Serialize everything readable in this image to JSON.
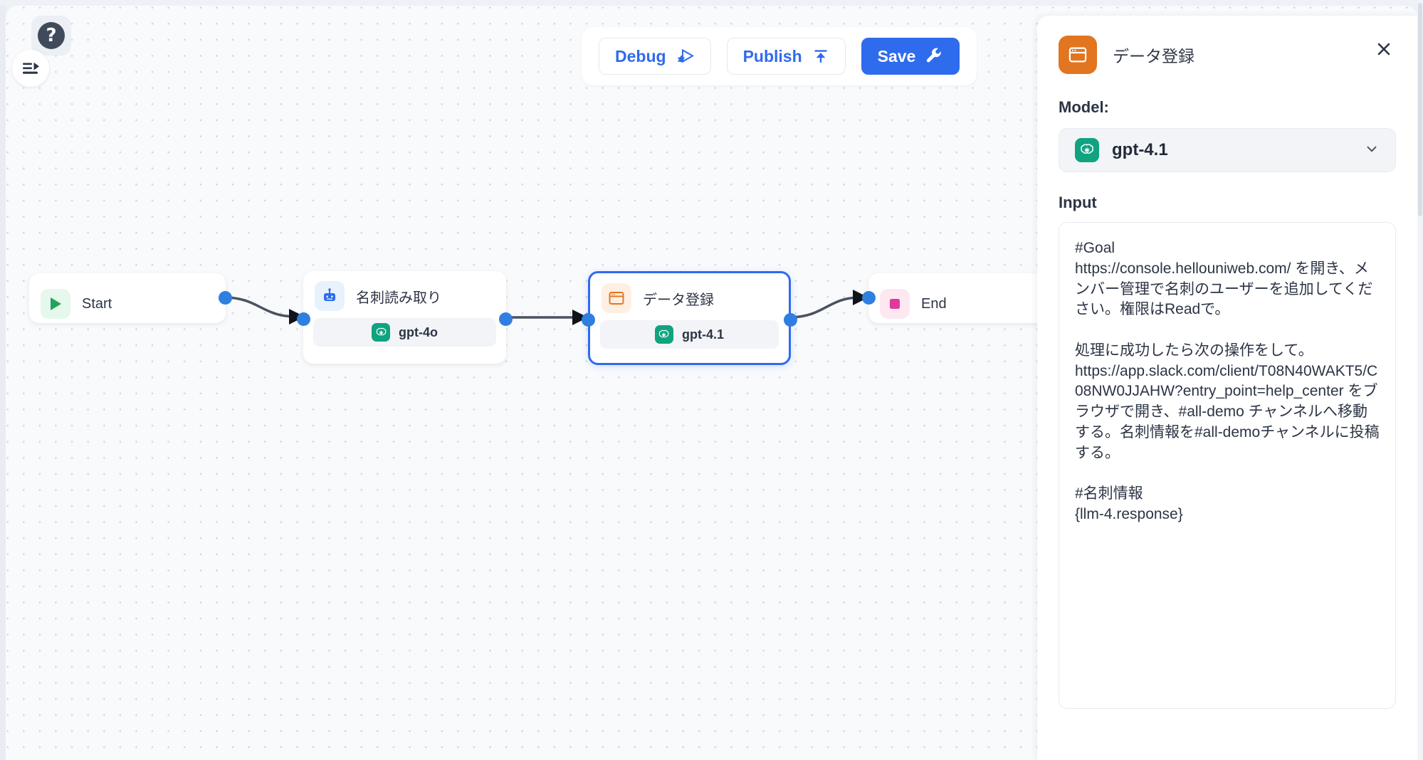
{
  "toolbar": {
    "debug_label": "Debug",
    "publish_label": "Publish",
    "save_label": "Save"
  },
  "canvas": {
    "help_glyph": "?",
    "nodes": [
      {
        "id": "start",
        "title": "Start",
        "icon": "play-icon",
        "icon_bg": "#e6f7ec",
        "icon_color": "#22a35b",
        "model": null
      },
      {
        "id": "llm-4",
        "title": "名刺読み取り",
        "icon": "robot-icon",
        "icon_bg": "#e8f2fd",
        "icon_color": "#2f6bed",
        "model": "gpt-4o"
      },
      {
        "id": "browser-use",
        "title": "データ登録",
        "icon": "browser-window-icon",
        "icon_bg": "#fdf0e2",
        "icon_color": "#e2751f",
        "model": "gpt-4.1",
        "selected": true
      },
      {
        "id": "end",
        "title": "End",
        "icon": "stop-square-icon",
        "icon_bg": "#fde8f1",
        "icon_color": "#e0399a",
        "model": null
      }
    ]
  },
  "panel": {
    "title": "データ登録",
    "icon": "browser-window-icon",
    "accent_color": "#e2751f",
    "close_glyph": "✕",
    "model_label": "Model:",
    "model_value": "gpt-4.1",
    "input_label": "Input",
    "input_value": "#Goal\nhttps://console.hellouniweb.com/ を開き、メンバー管理で名刺のユーザーを追加してください。権限はReadで。\n\n処理に成功したら次の操作をして。https://app.slack.com/client/T08N40WAKT5/C08NW0JJAHW?entry_point=help_center をブラウザで開き、#all-demo チャンネルへ移動する。名刺情報を#all-demoチャンネルに投稿する。\n\n#名刺情報\n{llm-4.response}"
  },
  "colors": {
    "accent_blue": "#2f6bed",
    "canvas_bg": "#f8fafc",
    "panel_orange": "#e2751f",
    "edge_gray": "#4a5260"
  }
}
